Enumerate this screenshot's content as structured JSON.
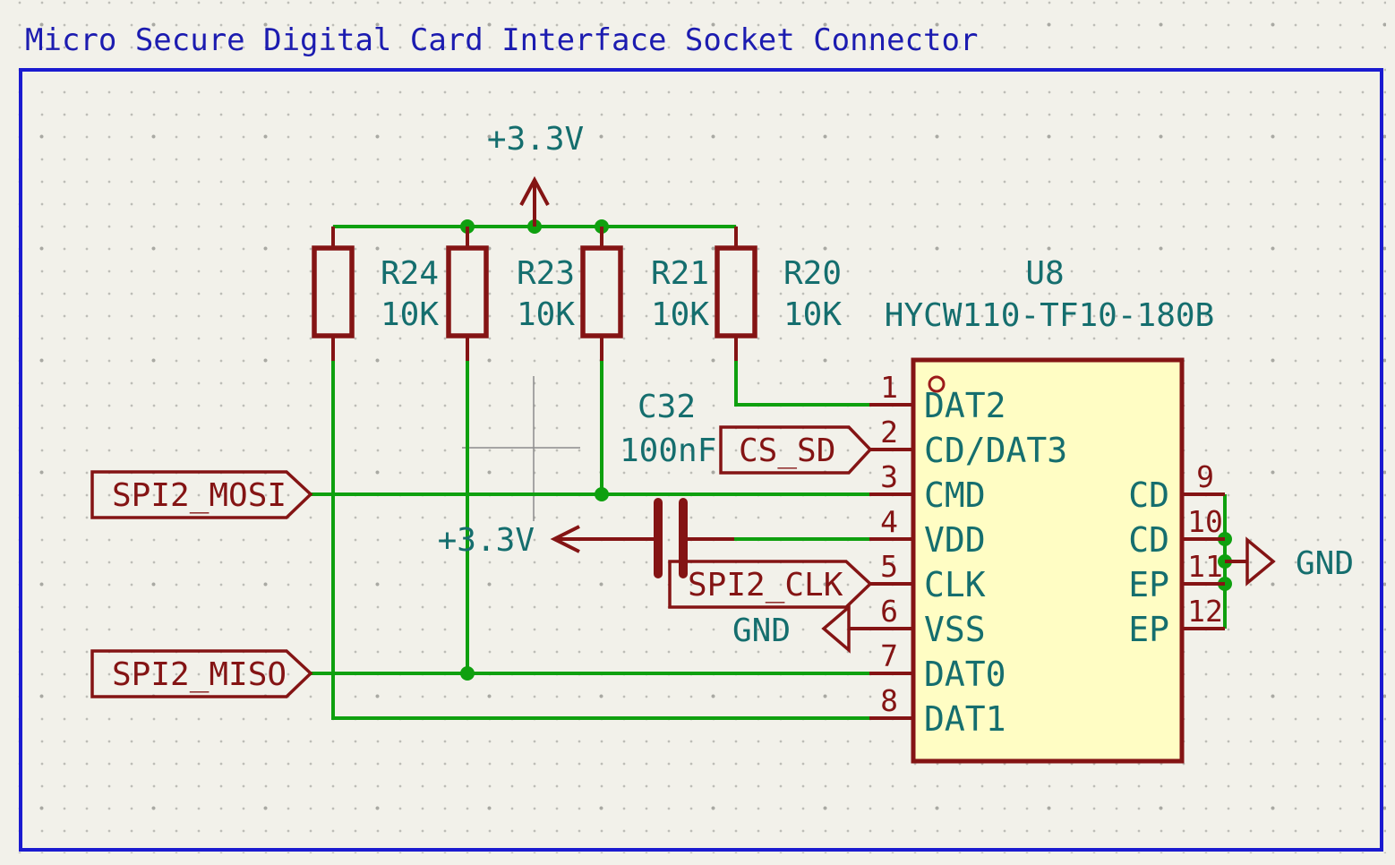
{
  "title": "Micro Secure Digital Card Interface Socket Connector",
  "colors": {
    "background": "#f2f1ea",
    "wire_green": "#0fa00f",
    "symbol_red": "#841414",
    "field_teal": "#156e6e",
    "title_blue": "#1c1cb0",
    "border_blue": "#1b1bd0",
    "ic_fill": "#fffdc4"
  },
  "power": {
    "vcc_top": "+3.3V",
    "vcc_mid": "+3.3V",
    "gnd_left": "GND",
    "gnd_right": "GND"
  },
  "resistors": [
    {
      "ref": "R24",
      "value": "10K"
    },
    {
      "ref": "R23",
      "value": "10K"
    },
    {
      "ref": "R21",
      "value": "10K"
    },
    {
      "ref": "R20",
      "value": "10K"
    }
  ],
  "capacitor": {
    "ref": "C32",
    "value": "100nF"
  },
  "net_labels": {
    "mosi": "SPI2_MOSI",
    "miso": "SPI2_MISO",
    "clk": "SPI2_CLK",
    "cs": "CS_SD"
  },
  "ic": {
    "ref": "U8",
    "part": "HYCW110-TF10-180B",
    "left_pins": [
      {
        "num": "1",
        "name": "DAT2"
      },
      {
        "num": "2",
        "name": "CD/DAT3"
      },
      {
        "num": "3",
        "name": "CMD"
      },
      {
        "num": "4",
        "name": "VDD"
      },
      {
        "num": "5",
        "name": "CLK"
      },
      {
        "num": "6",
        "name": "VSS"
      },
      {
        "num": "7",
        "name": "DAT0"
      },
      {
        "num": "8",
        "name": "DAT1"
      }
    ],
    "right_pins": [
      {
        "num": "9",
        "name": "CD"
      },
      {
        "num": "10",
        "name": "CD"
      },
      {
        "num": "11",
        "name": "EP"
      },
      {
        "num": "12",
        "name": "EP"
      }
    ]
  }
}
